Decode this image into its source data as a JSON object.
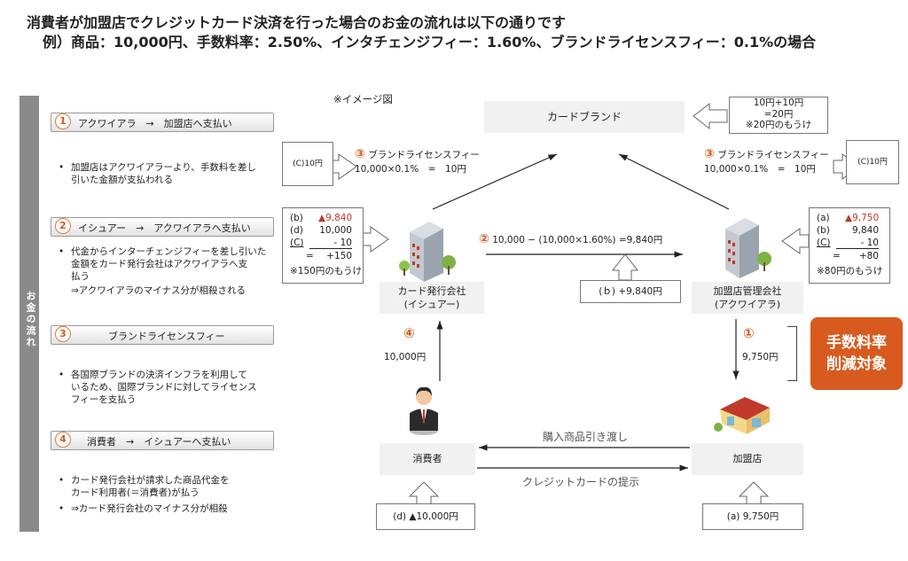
{
  "header": {
    "title": "消費者が加盟店でクレジットカード決済を行った場合のお金の流れは以下の通りです",
    "subtitle": "例）商品：10,000円、手数料率：2.50%、インタチェンジフィー：1.60%、ブランドライセンスフィー：0.1%の場合"
  },
  "sidebar_label": "お金の流れ",
  "steps": [
    {
      "num": "1",
      "label": "アクワイアラ　→　加盟店へ支払い",
      "notes": [
        "加盟店はアクワイアラーより、手数料を差し",
        "引いた金額が支払われる"
      ]
    },
    {
      "num": "2",
      "label": "イシュアー　→　アクワイアラへ支払い",
      "notes": [
        "代金からインターチェンジフィーを差し引いた",
        "金額をカード発行会社はアクワイアラへ支",
        "払う",
        "⇒アクワイアラのマイナス分が相殺される"
      ]
    },
    {
      "num": "3",
      "label": "ブランドライセンスフィー",
      "notes": [
        "各国際ブランドの決済インフラを利用して",
        "いるため、国際ブランドに対してライセンス",
        "フィーを支払う"
      ]
    },
    {
      "num": "4",
      "label": "消費者　→　イシュアーへ支払い",
      "notes": [
        "カード発行会社が請求した商品代金を",
        "カード利用者(＝消費者)が払う"
      ],
      "notes2": [
        "⇒カード発行会社のマイナス分が相殺"
      ]
    }
  ],
  "diagram": {
    "image_note": "※イメージ図",
    "card_brand": "カードブランド",
    "brand_profit": [
      "10円+10円",
      "=20円",
      "※20円のもうけ"
    ],
    "fee_label": "ブランドライセンスフィー",
    "fee_calc": "10,000×0.1%　=　10円",
    "fee_num": "③",
    "c_left": "(C)10円",
    "c_right": "(C)10円",
    "issuer_calc": {
      "r1_label": "(b)",
      "r1_val": "▲9,840",
      "r2_label": "(d)",
      "r2_val": "10,000",
      "r3_label": "(C)",
      "r3_val": "- 10",
      "r4_label": "=",
      "r4_val": "+150",
      "note": "※150円のもうけ"
    },
    "acquirer_calc": {
      "r1_label": "(a)",
      "r1_val": "▲9,750",
      "r2_label": "(b)",
      "r2_val": "9,840",
      "r3_label": "(C)",
      "r3_val": "- 10",
      "r4_label": "=",
      "r4_val": "+80",
      "note": "※80円のもうけ"
    },
    "issuer_name": [
      "カード発行会社",
      "(イシュアー)"
    ],
    "acquirer_name": [
      "加盟店管理会社",
      "(アクワイアラ)"
    ],
    "interchange_num": "②",
    "interchange": "10,000 − (10,000×1.60%) =9,840円",
    "b_box": "(ｂ) +9,840円",
    "pay4_num": "④",
    "pay4_amount": "10,000円",
    "pay1_num": "①",
    "pay1_amount": "9,750円",
    "fee_reduction": [
      "手数料率",
      "削減対象"
    ],
    "consumer": "消費者",
    "merchant": "加盟店",
    "delivery": "購入商品引き渡し",
    "card_present": "クレジットカードの提示",
    "d_box": "(d) ▲10,000円",
    "a_box": "(a)  9,750円"
  },
  "colors": {
    "accent": "#d85a1e",
    "red": "#c0392b",
    "sidebar": "#8a8a8a"
  }
}
